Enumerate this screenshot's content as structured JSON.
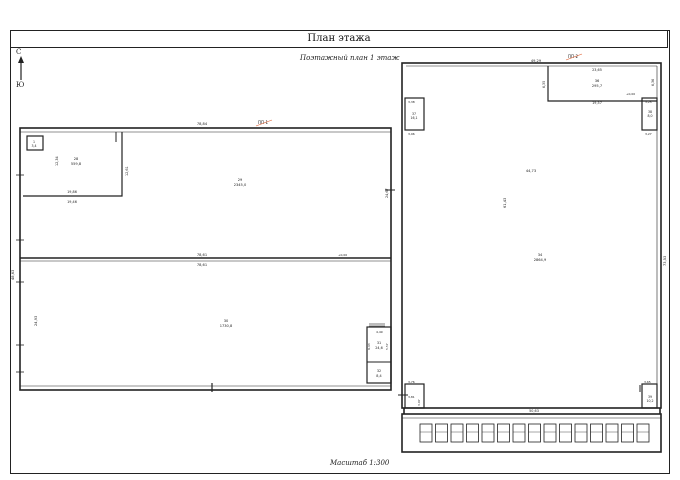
{
  "sheet": {
    "title": "План этажа",
    "subtitle": "Поэтажный план 1 этаж",
    "scale": "Масштаб 1:300"
  },
  "compass": {
    "north": "С",
    "south": "Ю"
  },
  "colors": {
    "line": "#222222",
    "accent": "#e05a2b",
    "blue": "#2a4bd0"
  },
  "rooms": {
    "r1": {
      "num": "1",
      "area": "3,4"
    },
    "r2": {
      "num": "2",
      "area": "4,0"
    },
    "r3": {
      "num": "28",
      "area": "559,8"
    },
    "r4": {
      "num": "29",
      "area": "2345,0"
    },
    "r5": {
      "num": "30",
      "area": "1730,8"
    },
    "r6": {
      "num": "31",
      "area": "24,6"
    },
    "r7": {
      "num": "32",
      "area": "8,4"
    },
    "r8": {
      "num": "34",
      "area": "2864,9"
    },
    "r9": {
      "num": "36",
      "area": "295,7"
    },
    "r10": {
      "num": "37",
      "area": "16,1"
    },
    "r11": {
      "num": "38",
      "area": "8,0"
    },
    "r12": {
      "num": "39",
      "area": "10,2"
    }
  },
  "dims": {
    "d_top_left": "78,84",
    "d_mid_top": "78,61",
    "d_mid_bot": "78,61",
    "d_left_vert": "48,63",
    "d_left_inner": "24,93",
    "d_room28_w": "19,86",
    "d_room28_w2": "19,46",
    "d_room28_h": "12,34",
    "d_room28_h2": "12,61",
    "d_r29_h": "24,67",
    "d_right_top": "49,29",
    "d_right_top2": "23,65",
    "d_r36_w": "19,57",
    "d_r36_h": "6,35",
    "d_r36_h2": "6,36",
    "d_big_w": "44,73",
    "d_big_h": "61,43",
    "d_right_vert": "73,53",
    "d_bottom_w": "50,63",
    "d_small_a": "3,38",
    "d_small_b": "3,96",
    "d_small_c": "3,25",
    "d_small_d": "3,27",
    "d_small_e": "3,76",
    "d_small_f": "3,81",
    "d_small_g": "3,65",
    "d_small_h": "4,49",
    "d_small_i": "5,57",
    "d_small_j": "9,43",
    "d_small_k": "3,07"
  },
  "marks": {
    "level_a": "+0,00",
    "level_b": "+0,00",
    "stamp_a": "ПП-1",
    "stamp_b": "ПП-2"
  }
}
